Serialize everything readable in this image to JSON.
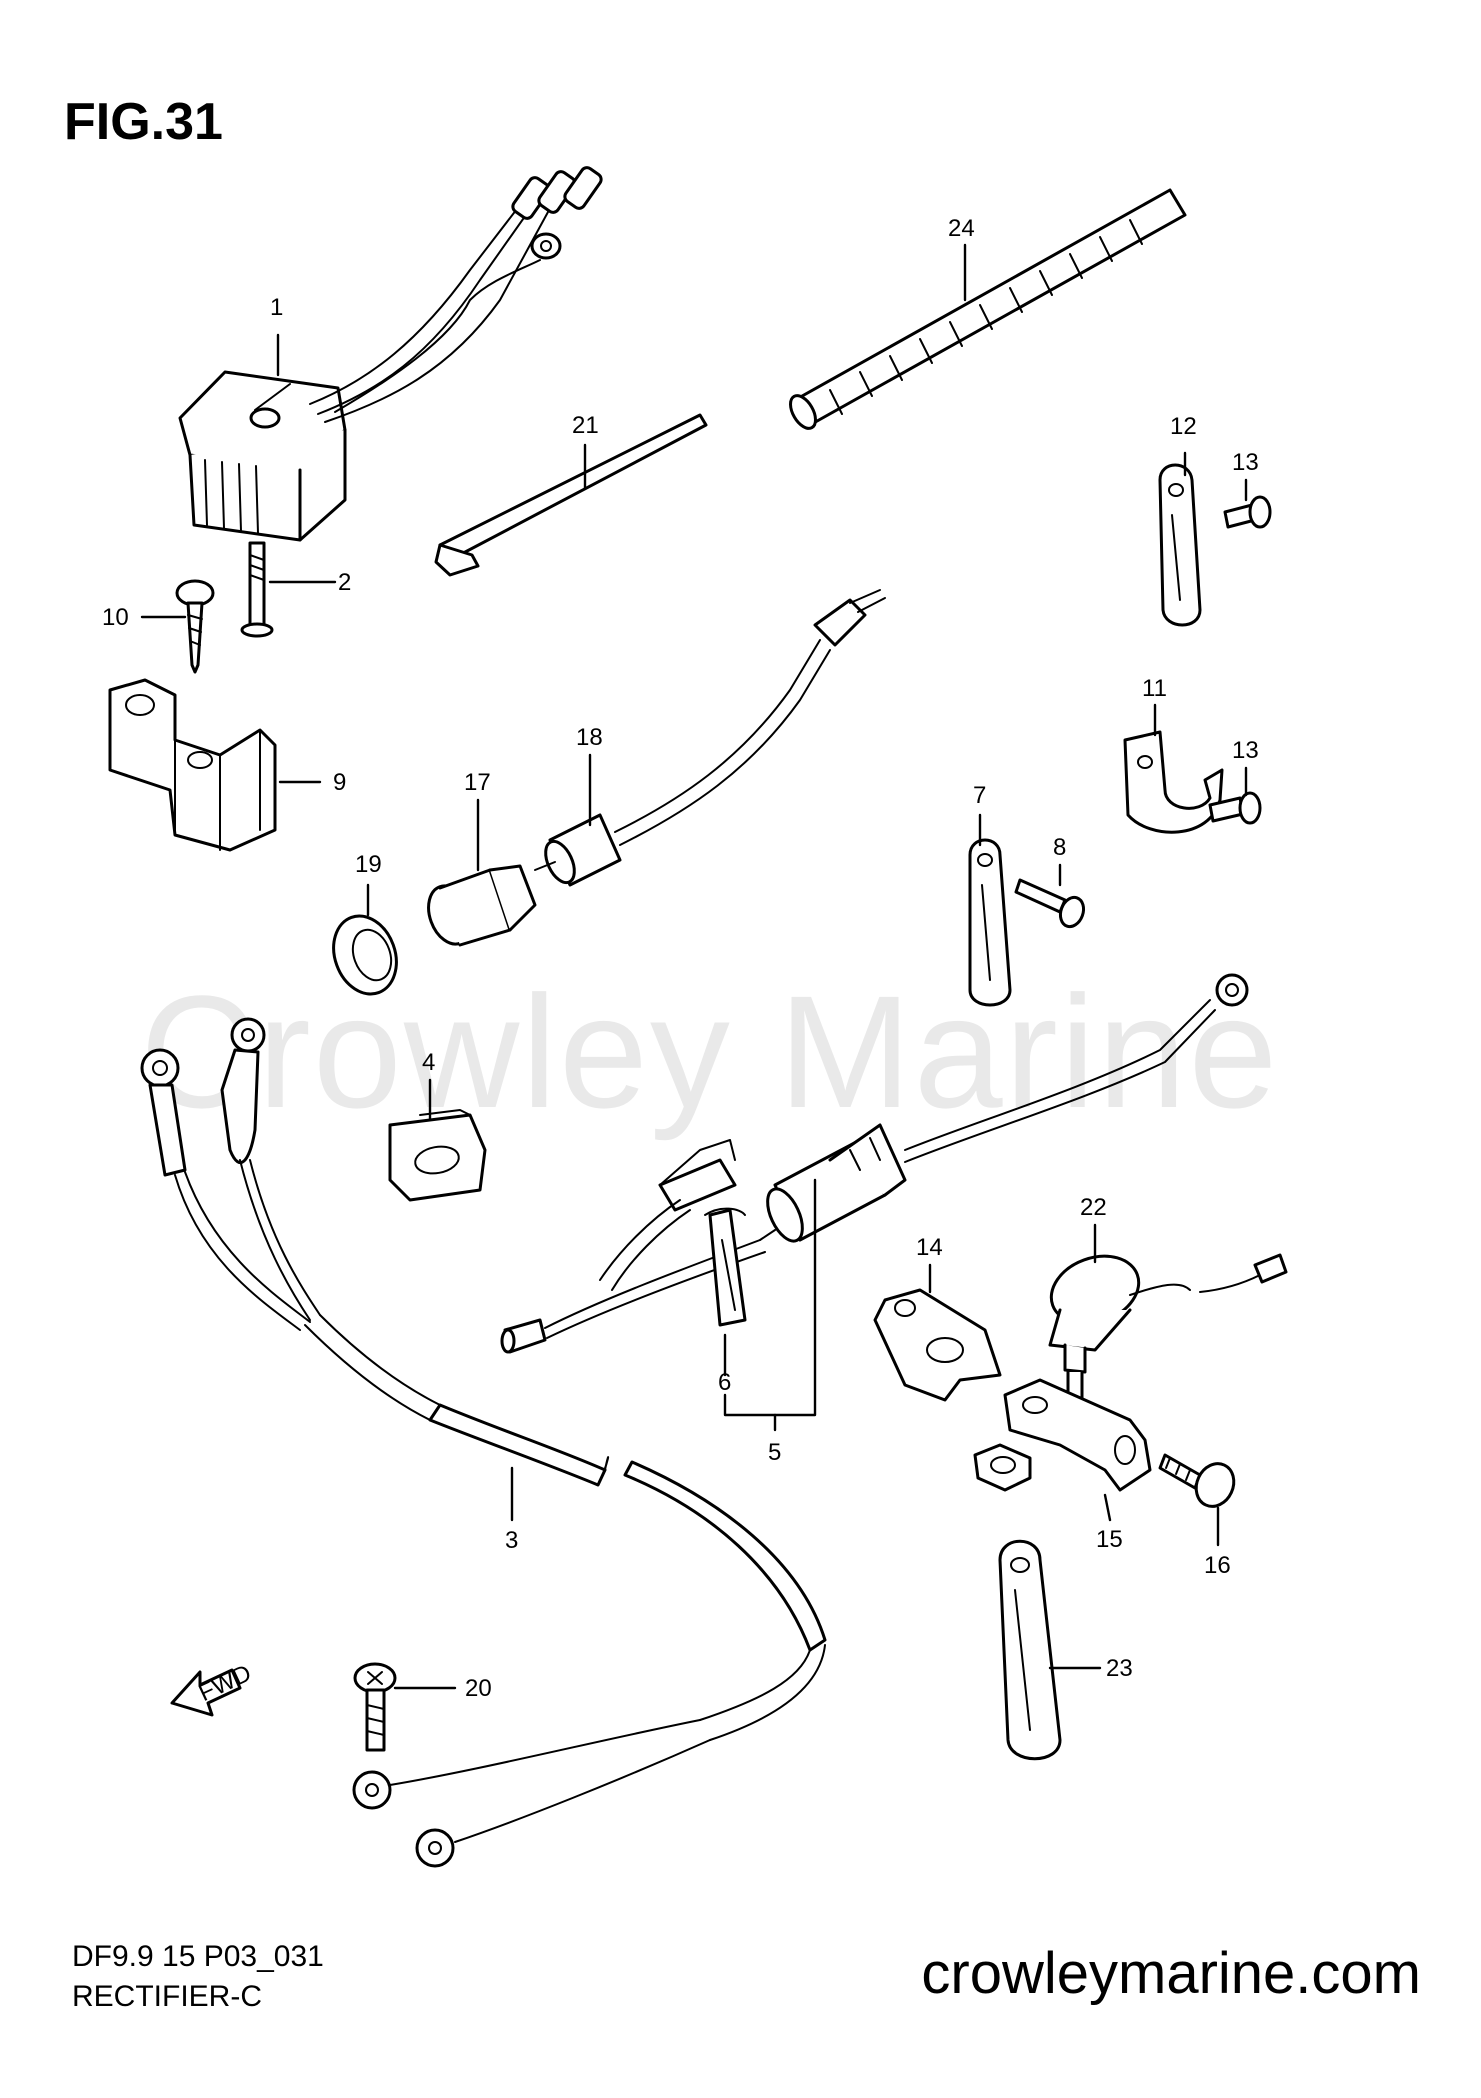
{
  "figure": {
    "title": "FIG.31",
    "code": "DF9.9 15 P03_031",
    "name": "RECTIFIER-C"
  },
  "watermark": "Crowley Marine",
  "website": "crowleymarine.com",
  "fwd_label": "FWD",
  "callouts": {
    "c1": "1",
    "c2": "2",
    "c3": "3",
    "c4": "4",
    "c5": "5",
    "c6": "6",
    "c7": "7",
    "c8": "8",
    "c9": "9",
    "c10": "10",
    "c11": "11",
    "c12": "12",
    "c13a": "13",
    "c13b": "13",
    "c14": "14",
    "c15": "15",
    "c16": "16",
    "c17": "17",
    "c18": "18",
    "c19": "19",
    "c20": "20",
    "c21": "21",
    "c22": "22",
    "c23": "23",
    "c24": "24"
  }
}
